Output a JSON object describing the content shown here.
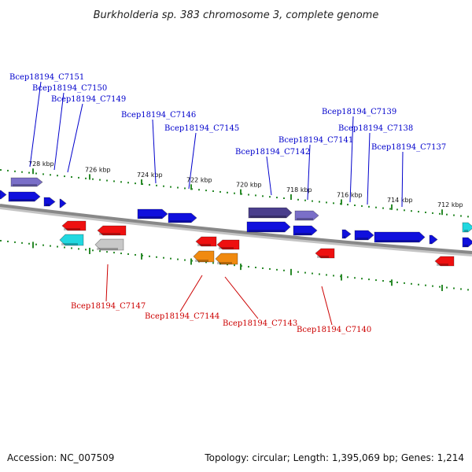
{
  "title": "Burkholderia sp. 383 chromosome 3, complete genome",
  "footer": {
    "accession": "Accession: NC_007509",
    "summary": "Topology: circular; Length: 1,395,069 bp; Genes: 1,214"
  },
  "colors": {
    "forward_gene": "#1010dd",
    "reverse_gene": "#ee1010",
    "forward_label": "#0000cc",
    "reverse_label": "#cc0000",
    "ruler_tick": "#2a8a2a",
    "backbone": "#888888",
    "purple_gene": "#7a6fc8",
    "dark_purple_gene": "#4a3f8c",
    "cyan_gene": "#22d8e0",
    "orange_gene": "#f08a10",
    "grey_gene": "#c8c8c8"
  },
  "ruler_labels": [
    "728 kbp",
    "726 kbp",
    "724 kbp",
    "722 kbp",
    "720 kbp",
    "718 kbp",
    "716 kbp",
    "714 kbp",
    "712 kbp"
  ],
  "forward_genes": [
    {
      "name": "Bcep18194_C7151"
    },
    {
      "name": "Bcep18194_C7150"
    },
    {
      "name": "Bcep18194_C7149"
    },
    {
      "name": "Bcep18194_C7146"
    },
    {
      "name": "Bcep18194_C7145"
    },
    {
      "name": "Bcep18194_C7142"
    },
    {
      "name": "Bcep18194_C7141"
    },
    {
      "name": "Bcep18194_C7139"
    },
    {
      "name": "Bcep18194_C7138"
    },
    {
      "name": "Bcep18194_C7137"
    }
  ],
  "reverse_genes": [
    {
      "name": "Bcep18194_C7147"
    },
    {
      "name": "Bcep18194_C7144"
    },
    {
      "name": "Bcep18194_C7143"
    },
    {
      "name": "Bcep18194_C7140"
    }
  ]
}
